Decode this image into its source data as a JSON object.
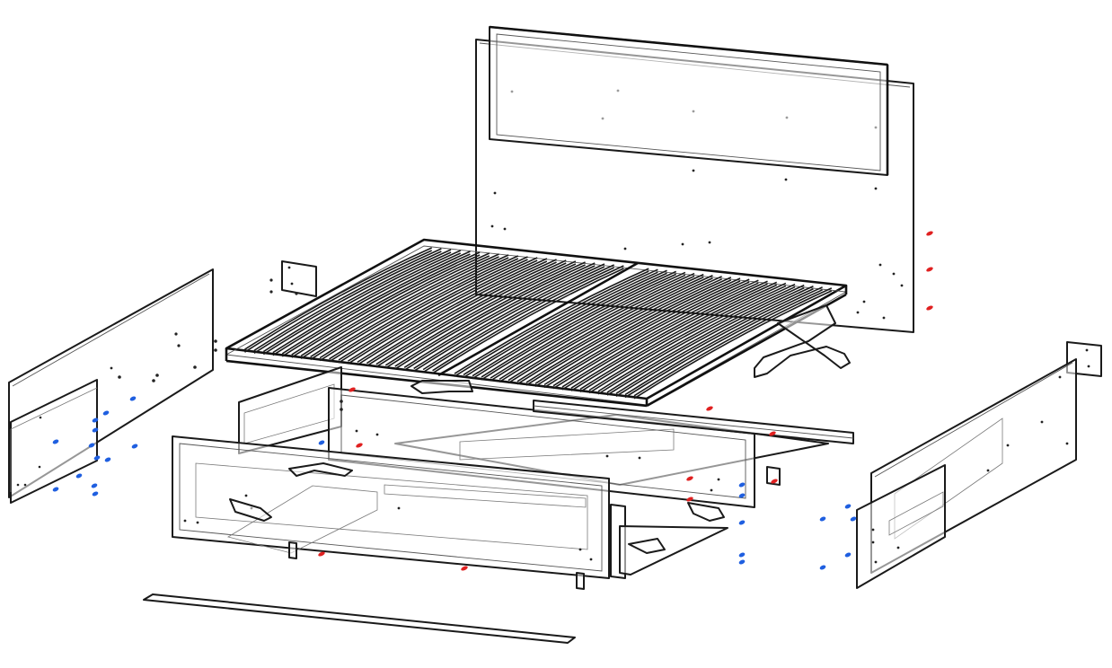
{
  "diagram": {
    "kind": "exploded-assembly",
    "text_labels": [],
    "colors": {
      "outline": "#1a1a1a",
      "fastener_red": "#e02020",
      "fastener_blue": "#1f5fe0",
      "fastener_light_blue": "#3c8cf0",
      "background": "#ffffff"
    },
    "parts": [
      {
        "id": "headboard-panel"
      },
      {
        "id": "headboard-cushion"
      },
      {
        "id": "slatted-bed-base"
      },
      {
        "id": "left-side-rail"
      },
      {
        "id": "left-side-rail-lower"
      },
      {
        "id": "right-side-rail"
      },
      {
        "id": "right-side-rail-lower"
      },
      {
        "id": "left-corner-bracket"
      },
      {
        "id": "right-corner-bracket"
      },
      {
        "id": "rear-storage-box-panel"
      },
      {
        "id": "front-storage-box-panel"
      },
      {
        "id": "center-support-beam"
      },
      {
        "id": "storage-floor-board"
      },
      {
        "id": "gas-lift-mechanism-left"
      },
      {
        "id": "gas-lift-mechanism-right"
      },
      {
        "id": "front-trim-strip"
      }
    ]
  }
}
